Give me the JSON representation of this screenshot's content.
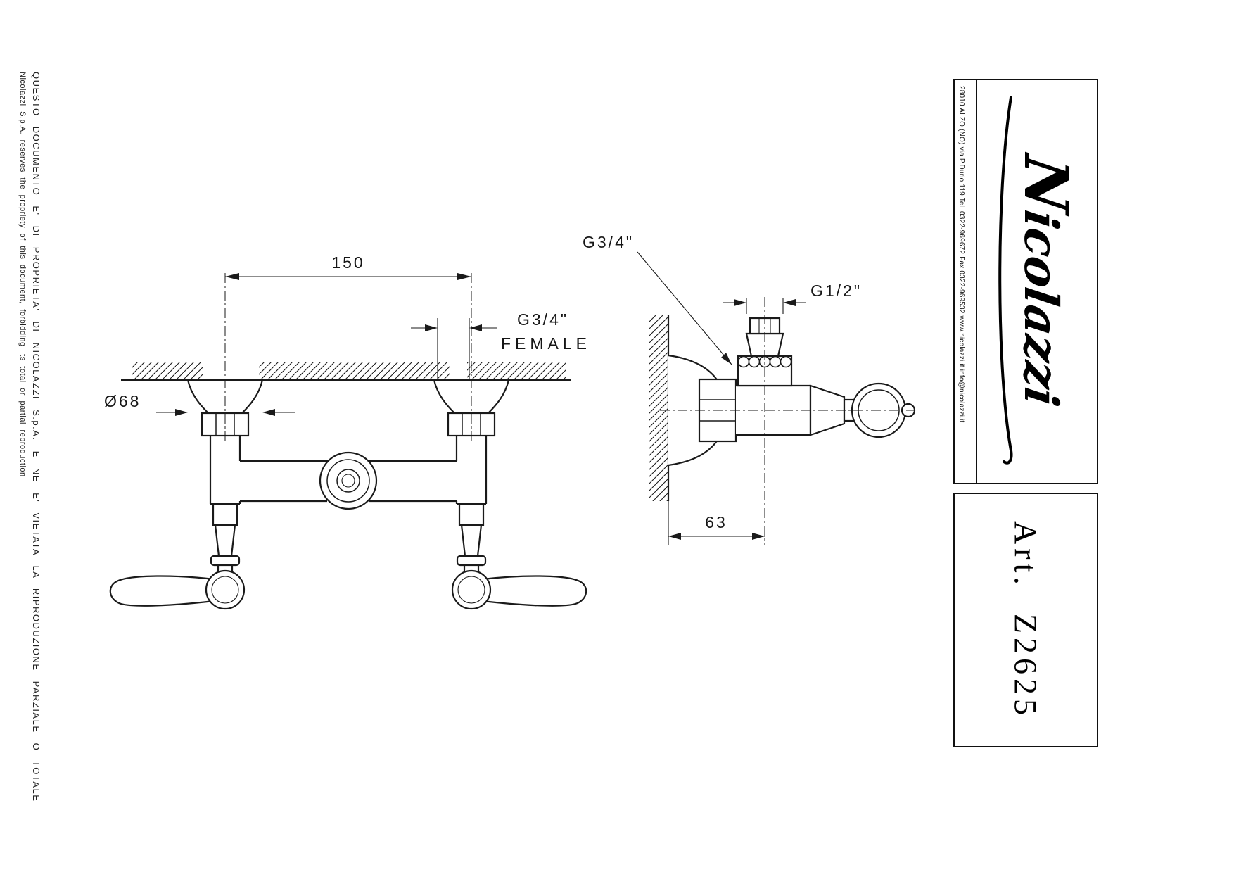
{
  "page": {
    "bg": "#ffffff",
    "line_color": "#1a1a1a"
  },
  "left_notice": {
    "italian": "QUESTO  DOCUMENTO  E'  DI  PROPRIETA'  DI  NICOLAZZI  S.p.A.  E  NE  E'  VIETATA  LA  RIPRODUZIONE  PARZIALE  O  TOTALE",
    "english": "Nicolazzi  S.p.A.  reserves  the  propriety  of  this  document,  forbidding  its  total  or  partial  reproduction"
  },
  "title_block": {
    "address": "28010 ALZO (NO) via P.Durio 119    Tel. 0322-969672    Fax 0322-969532    www.nicolazzi.it    info@nicolazzi.it",
    "logo": "Nicolazzi",
    "art_number": "Art.  Z2625"
  },
  "drawing": {
    "front_view": {
      "dim_width": "150",
      "thread_label": "G3/4\"",
      "thread_sub": "FEMALE",
      "dim_diameter": "Ø68"
    },
    "side_view": {
      "thread_top": "G3/4\"",
      "thread_vert": "G1/2\"",
      "dim_depth": "63"
    }
  }
}
